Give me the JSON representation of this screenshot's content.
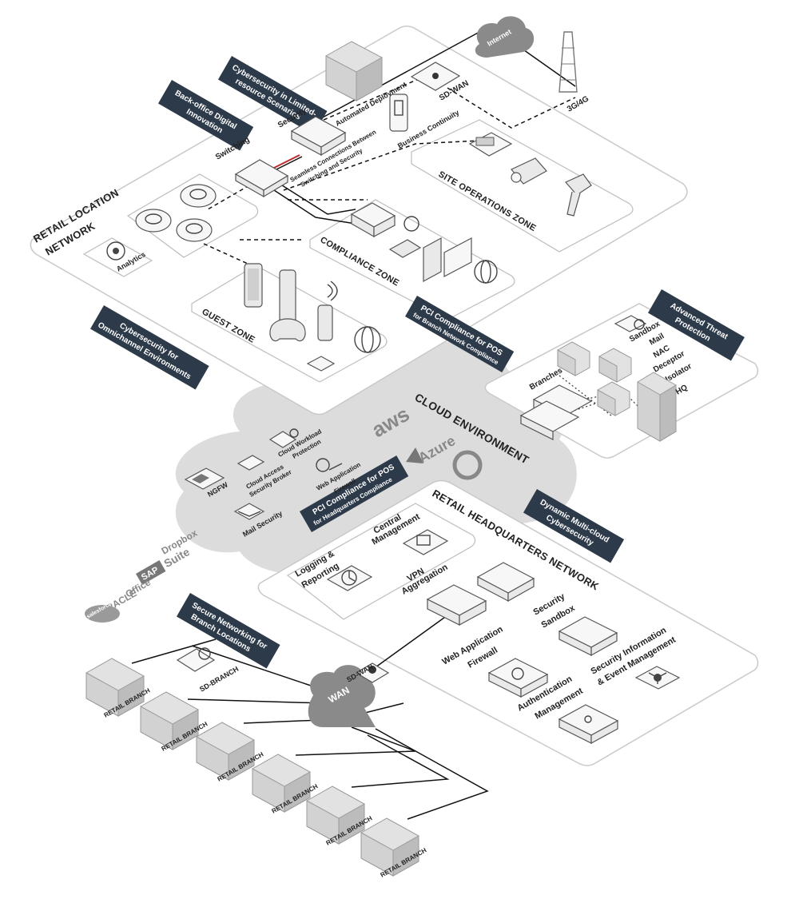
{
  "retail_location": {
    "title_line1": "RETAIL LOCATION",
    "title_line2": "NETWORK",
    "analytics": "Analytics",
    "switching": "Switching",
    "security": "Security",
    "seamless_line1": "Seamless Connections Between",
    "seamless_line2": "Switching and Security",
    "automated_deployment": "Automated Deployment",
    "business_continuity": "Business Continuity",
    "sdwan": "SD-WAN",
    "internet": "Internet",
    "g34": "3G/4G"
  },
  "zones": {
    "site_operations": "SITE OPERATIONS ZONE",
    "compliance": "COMPLIANCE ZONE",
    "guest": "GUEST ZONE"
  },
  "banners": {
    "limited_line1": "Cybersecurity in Limited-",
    "limited_line2": "resource Scenarios",
    "backoffice_line1": "Back-office Digital",
    "backoffice_line2": "Innovation",
    "omni_line1": "Cybersecurity for",
    "omni_line2": "Omnichannel Environments",
    "pci_branch_line1": "PCI Compliance for POS",
    "pci_branch_line2": "for Branch Network Compliance",
    "atp_line1": "Advanced Threat",
    "atp_line2": "Protection",
    "pci_hq_line1": "PCI Compliance for POS",
    "pci_hq_line2": "for Headquarters Compliance",
    "multicloud_line1": "Dynamic Multi-cloud",
    "multicloud_line2": "Cybersecurity",
    "secure_net_line1": "Secure Networking for",
    "secure_net_line2": "Branch Locations"
  },
  "atp": {
    "sandbox": "Sandbox",
    "mail": "Mail",
    "nac": "NAC",
    "deceptor": "Deceptor",
    "isolator": "Isolator",
    "branches": "Branches",
    "hq": "HQ"
  },
  "cloud": {
    "title": "CLOUD ENVIRONMENT",
    "aws": "aws",
    "azure": "Azure",
    "ngfw": "NGFW",
    "cwp_line1": "Cloud Workload",
    "cwp_line2": "Protection",
    "casb_line1": "Cloud Access",
    "casb_line2": "Security Broker",
    "waf_line1": "Web Application",
    "waf_line2": "Firewall",
    "mail_security": "Mail Security"
  },
  "hq": {
    "title": "RETAIL HEADQUARTERS NETWORK",
    "logging_line1": "Logging &",
    "logging_line2": "Reporting",
    "central_line1": "Central",
    "central_line2": "Management",
    "vpn_line1": "VPN",
    "vpn_line2": "Aggregation",
    "sec_sandbox_line1": "Security",
    "sec_sandbox_line2": "Sandbox",
    "waf_line1": "Web Application",
    "waf_line2": "Firewall",
    "siem_line1": "Security Information",
    "siem_line2": "& Event Management",
    "auth_line1": "Authentication",
    "auth_line2": "Management"
  },
  "saas": {
    "dropbox": "Dropbox",
    "gsuite": "G Suite",
    "sap": "SAP",
    "office": "Office",
    "oracle": "ORACLE",
    "salesforce": "salesforce"
  },
  "branches": {
    "sd_branch": "SD-BRANCH",
    "sdwan": "SD-WAN",
    "wan": "WAN",
    "b1": "RETAIL BRANCH",
    "b2": "RETAIL BRANCH",
    "b3": "RETAIL BRANCH",
    "b4": "RETAIL BRANCH",
    "b5": "RETAIL BRANCH",
    "b6": "RETAIL BRANCH"
  },
  "colors": {
    "banner": "#2d3a4a",
    "accent_red": "#c0282e",
    "cloud_fill": "#dcdcdc"
  }
}
